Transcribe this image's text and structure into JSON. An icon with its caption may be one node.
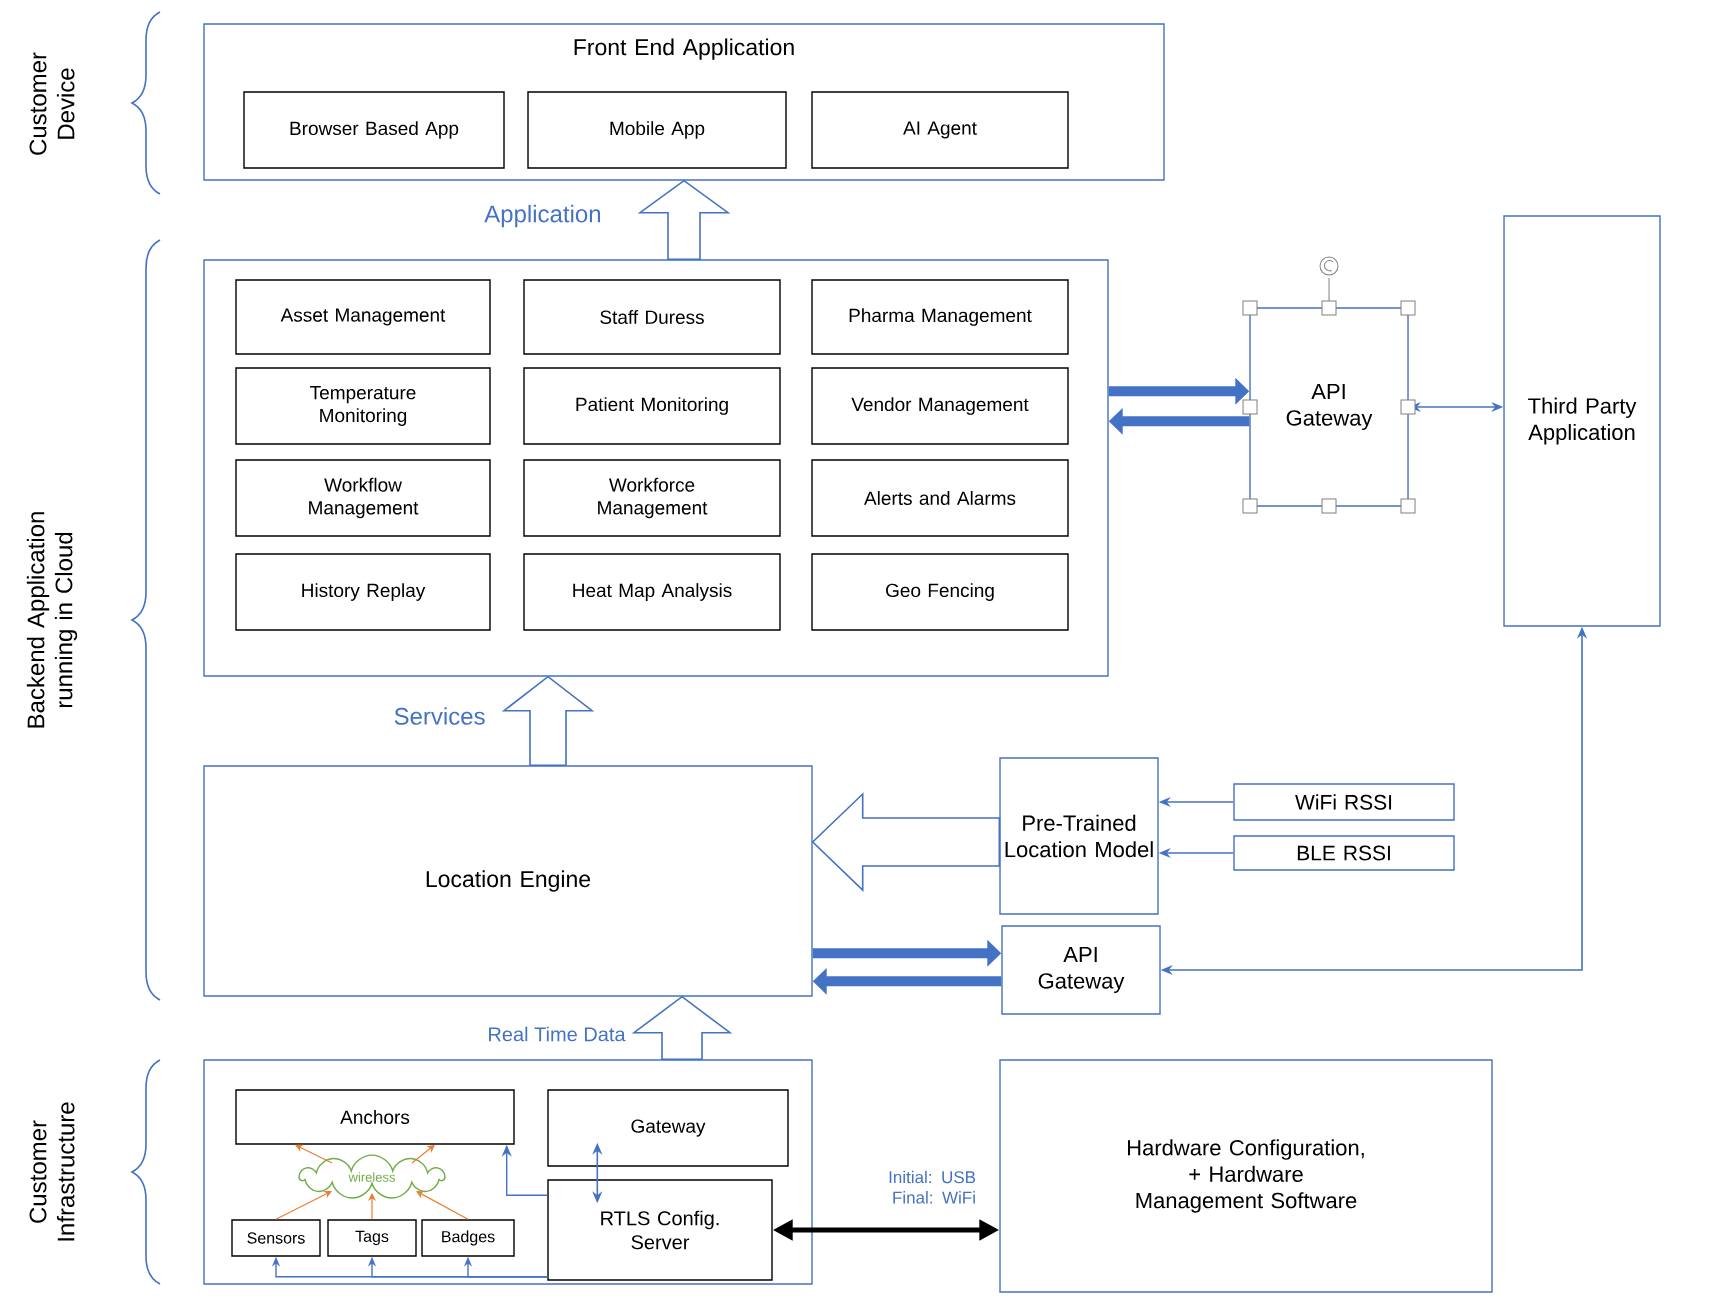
{
  "diagram": {
    "nodes": [
      {
        "text": [
          "Front End Application"
        ]
      },
      {
        "text": [
          "Browser Based App"
        ],
        "in": 0
      },
      {
        "text": [
          "Mobile App"
        ],
        "in": 0
      },
      {
        "text": [
          "AI Agent"
        ],
        "in": 0
      },
      {
        "text": [],
        "shape": "box"
      },
      {
        "text": [
          "Asset Management"
        ],
        "in": 4
      },
      {
        "text": [
          "Staff Duress"
        ],
        "in": 4
      },
      {
        "text": [
          "Pharma Management"
        ],
        "in": 4
      },
      {
        "text": [
          "Temperature Monitoring"
        ],
        "in": 4
      },
      {
        "text": [
          "Patient Monitoring"
        ],
        "in": 4
      },
      {
        "text": [
          "Vendor Management"
        ],
        "in": 4
      },
      {
        "text": [
          "Workflow Management"
        ],
        "in": 4
      },
      {
        "text": [
          "Workforce Management"
        ],
        "in": 4
      },
      {
        "text": [
          "Alerts and Alarms"
        ],
        "in": 4
      },
      {
        "text": [
          "History Replay"
        ],
        "in": 4
      },
      {
        "text": [
          "Heat Map Analysis"
        ],
        "in": 4
      },
      {
        "text": [
          "Geo Fencing"
        ],
        "in": 4
      },
      {
        "text": [
          "API Gateway"
        ]
      },
      {
        "text": [
          "Third Party Application"
        ]
      },
      {
        "text": [
          "Location Engine"
        ]
      },
      {
        "text": [
          "Pre-Trained Location Model"
        ]
      },
      {
        "text": [
          "WiFi RSSI"
        ]
      },
      {
        "text": [
          "BLE RSSI"
        ]
      },
      {
        "text": [
          "API Gateway"
        ]
      },
      {
        "text": [],
        "shape": "box"
      },
      {
        "text": [
          "Anchors"
        ],
        "in": 24
      },
      {
        "text": [
          "Gateway"
        ],
        "in": 24
      },
      {
        "text": [
          "wireless"
        ],
        "in": 24
      },
      {
        "text": [
          "Sensors"
        ],
        "in": 24
      },
      {
        "text": [
          "Tags"
        ],
        "in": 24
      },
      {
        "text": [
          "Badges"
        ],
        "in": 24
      },
      {
        "text": [
          "RTLS Config. Server"
        ],
        "in": 24
      },
      {
        "text": [
          "Hardware Configuration, + Hardware Management Software"
        ]
      }
    ],
    "edges": [
      {
        "from": 4,
        "to": 0,
        "arrow": "to",
        "label": "Application"
      },
      {
        "from": 19,
        "to": 4,
        "arrow": "to",
        "label": "Services"
      },
      {
        "from": 24,
        "to": 19,
        "arrow": "to",
        "label": "Real Time Data"
      },
      {
        "from": 20,
        "to": 19,
        "arrow": "to"
      },
      {
        "from": 4,
        "to": 17,
        "arrow": "to",
        "style": "thick"
      },
      {
        "from": 17,
        "to": 4,
        "arrow": "to",
        "style": "thick"
      },
      {
        "from": 19,
        "to": 23,
        "arrow": "to",
        "style": "thick"
      },
      {
        "from": 23,
        "to": 19,
        "arrow": "to",
        "style": "thick"
      },
      {
        "from": 17,
        "to": 18,
        "arrow": "both"
      },
      {
        "from": 23,
        "to": 18,
        "arrow": "both"
      },
      {
        "from": 21,
        "to": 20,
        "arrow": "to"
      },
      {
        "from": 22,
        "to": 20,
        "arrow": "to"
      },
      {
        "from": 28,
        "to": 27,
        "arrow": "to",
        "color": "#ed7d31"
      },
      {
        "from": 29,
        "to": 27,
        "arrow": "to",
        "color": "#ed7d31"
      },
      {
        "from": 30,
        "to": 27,
        "arrow": "to",
        "color": "#ed7d31"
      },
      {
        "from": 27,
        "to": 25,
        "arrow": "to",
        "color": "#ed7d31"
      },
      {
        "from": 27,
        "to": 25,
        "arrow": "to",
        "color": "#ed7d31"
      },
      {
        "from": 31,
        "to": 25,
        "arrow": "to"
      },
      {
        "from": 26,
        "to": 31,
        "arrow": "both"
      },
      {
        "from": 31,
        "to": 28,
        "arrow": "to"
      },
      {
        "from": 31,
        "to": 29,
        "arrow": "to"
      },
      {
        "from": 31,
        "to": 30,
        "arrow": "to"
      },
      {
        "from": 31,
        "to": 32,
        "arrow": "both",
        "style": "thick",
        "color": "#000000",
        "label": "Initial: USB Final: WiFi"
      }
    ],
    "labels": [
      "Customer Device",
      "Backend Application running in Cloud",
      "Customer Infrastructure"
    ]
  }
}
